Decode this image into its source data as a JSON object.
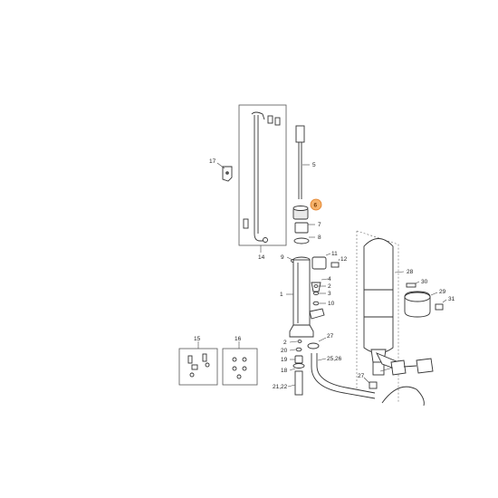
{
  "diagram": {
    "labels": {
      "p1": "1",
      "p2a": "2",
      "p2b": "2",
      "p3": "3",
      "p4": "4",
      "p5": "5",
      "p6": "6",
      "p7": "7",
      "p8": "8",
      "p9": "9",
      "p10": "10",
      "p11": "11",
      "p12": "12",
      "p14": "14",
      "p15": "15",
      "p16": "16",
      "p17": "17",
      "p18": "18",
      "p19": "19",
      "p20": "20",
      "p21_22": "21,22",
      "p25_26": "25,26",
      "p27a": "27",
      "p27b": "27",
      "p28": "28",
      "p29": "29",
      "p30": "30",
      "p31": "31"
    },
    "highlight": {
      "part": "6",
      "color": "#f6b26b"
    }
  }
}
